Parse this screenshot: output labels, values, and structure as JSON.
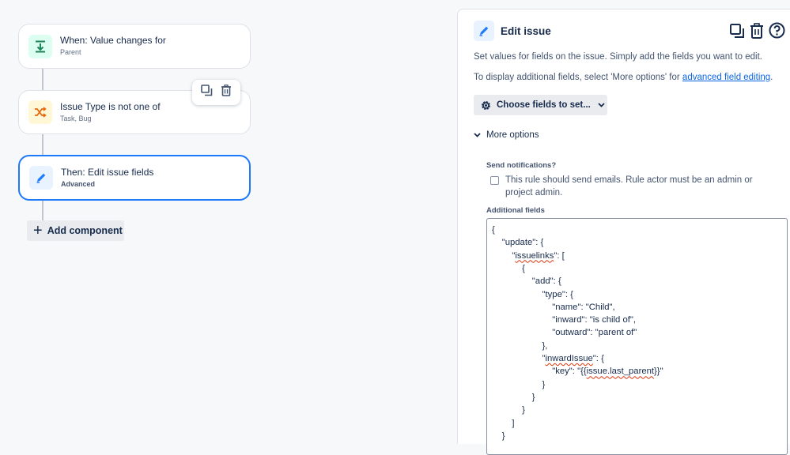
{
  "flow": {
    "nodes": [
      {
        "title": "When: Value changes for",
        "subtitle": "Parent"
      },
      {
        "title": "Issue Type is not one of",
        "subtitle": "Task, Bug"
      },
      {
        "title": "Then: Edit issue fields",
        "subtitle": "Advanced"
      }
    ],
    "add_component_label": "Add component"
  },
  "panel": {
    "title": "Edit issue",
    "desc1": "Set values for fields on the issue. Simply add the fields you want to edit.",
    "desc2_prefix": "To display additional fields, select 'More options' for ",
    "desc2_link": "advanced field editing",
    "desc2_suffix": ".",
    "choose_fields_label": "Choose fields to set...",
    "more_options_label": "More options",
    "send_notifications_label": "Send notifications?",
    "notify_checkbox_text": "This rule should send emails. Rule actor must be an admin or project admin.",
    "additional_fields_label": "Additional fields",
    "code_lines": [
      "{",
      "\"update\": {",
      "\"issuelinks\": [",
      "{",
      "\"add\": {",
      "\"type\": {",
      "\"name\": \"Child\",",
      "\"inward\": \"is child of\",",
      "\"outward\": \"parent of\"",
      "},",
      "\"inwardIssue\": {",
      "\"key\": \"{{issue.last_parent}}\"",
      "}",
      "}",
      "}",
      "]",
      "}"
    ]
  },
  "colors": {
    "accent": "#1d7afc",
    "trigger_icon_bg": "#dcfff1",
    "trigger_icon": "#1f845a",
    "condition_icon_bg": "#fff7d6",
    "condition_icon": "#e56910",
    "action_icon_bg": "#e9f2ff"
  }
}
